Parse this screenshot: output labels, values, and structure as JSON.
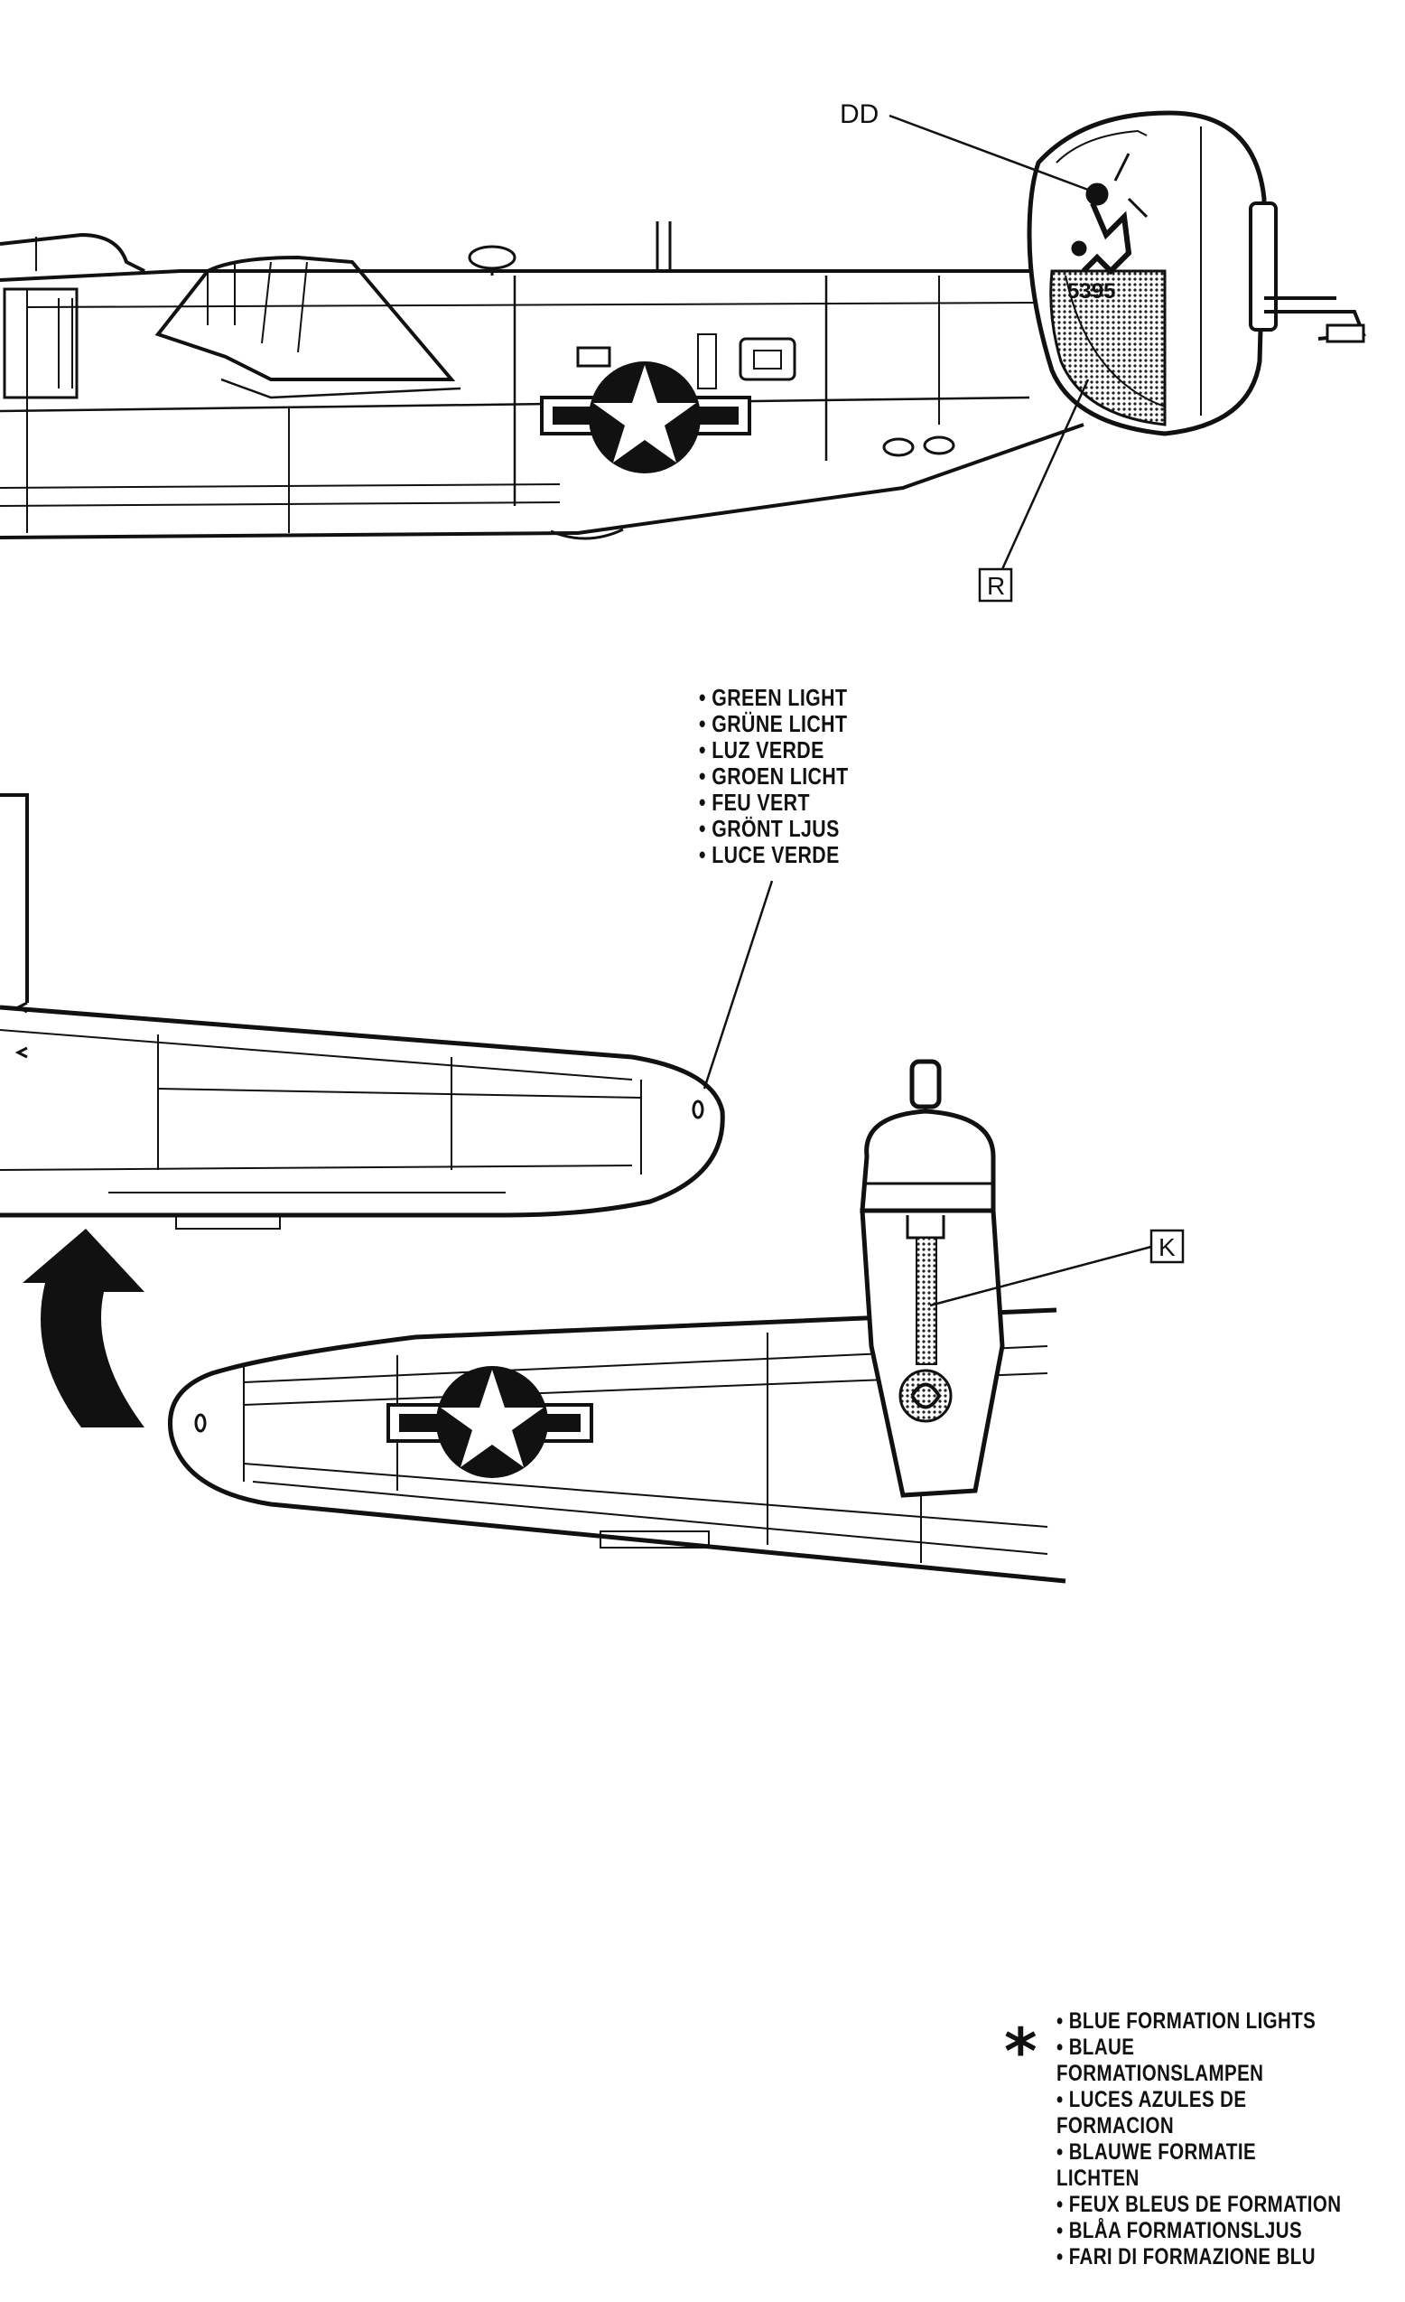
{
  "fuselage_view": {
    "callout_dd": "DD",
    "callout_r": "R",
    "tail_serial": "5395"
  },
  "wing_view": {
    "callout_k": "K",
    "green_light_labels": [
      "GREEN LIGHT",
      "GRÜNE LICHT",
      "LUZ VERDE",
      "GROEN LICHT",
      "FEU VERT",
      "GRÖNT LJUS",
      "LUCE VERDE"
    ]
  },
  "footnote": {
    "marker": "*",
    "blue_formation_lights": [
      "BLUE FORMATION LIGHTS",
      "BLAUE FORMATIONSLAMPEN",
      "LUCES AZULES DE FORMACION",
      "BLAUWE FORMATIE LICHTEN",
      "FEUX BLEUS DE FORMATION",
      "BLÅA FORMATIONSLJUS",
      "FARI DI FORMAZIONE BLU"
    ]
  }
}
